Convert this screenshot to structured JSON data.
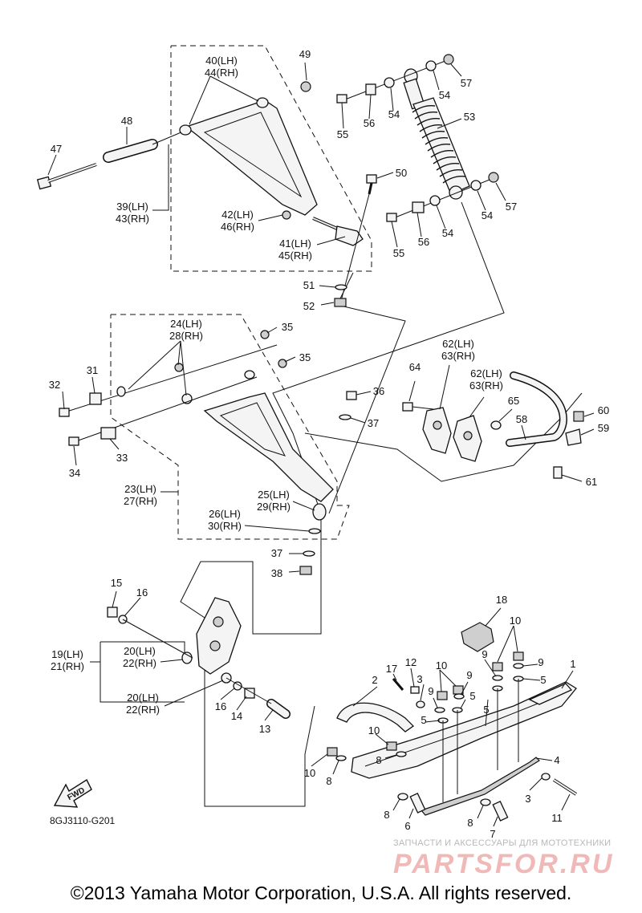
{
  "diagram_code": "8GJ3110-G201",
  "copyright": "©2013 Yamaha Motor Corporation, U.S.A. All rights reserved.",
  "watermark": {
    "subtitle": "ЗАПЧАСТИ И АКСЕССУАРЫ ДЛЯ МОТОТЕХНИКИ",
    "brand": "PARTSFOR.RU"
  },
  "fwd_label": "FWD",
  "callouts": [
    {
      "id": "c49",
      "lines": [
        "49"
      ]
    },
    {
      "id": "c40",
      "lines": [
        "40(LH)",
        "44(RH)"
      ]
    },
    {
      "id": "c48",
      "lines": [
        "48"
      ]
    },
    {
      "id": "c47",
      "lines": [
        "47"
      ]
    },
    {
      "id": "c39",
      "lines": [
        "39(LH)",
        "43(RH)"
      ]
    },
    {
      "id": "c42",
      "lines": [
        "42(LH)",
        "46(RH)"
      ]
    },
    {
      "id": "c41",
      "lines": [
        "41(LH)",
        "45(RH)"
      ]
    },
    {
      "id": "c50",
      "lines": [
        "50"
      ]
    },
    {
      "id": "c51",
      "lines": [
        "51"
      ]
    },
    {
      "id": "c52",
      "lines": [
        "52"
      ]
    },
    {
      "id": "c57a",
      "lines": [
        "57"
      ]
    },
    {
      "id": "c54a",
      "lines": [
        "54"
      ]
    },
    {
      "id": "c54b",
      "lines": [
        "54"
      ]
    },
    {
      "id": "c56a",
      "lines": [
        "56"
      ]
    },
    {
      "id": "c55a",
      "lines": [
        "55"
      ]
    },
    {
      "id": "c53",
      "lines": [
        "53"
      ]
    },
    {
      "id": "c57b",
      "lines": [
        "57"
      ]
    },
    {
      "id": "c54c",
      "lines": [
        "54"
      ]
    },
    {
      "id": "c54d",
      "lines": [
        "54"
      ]
    },
    {
      "id": "c56b",
      "lines": [
        "56"
      ]
    },
    {
      "id": "c55b",
      "lines": [
        "55"
      ]
    },
    {
      "id": "c24",
      "lines": [
        "24(LH)",
        "28(RH)"
      ]
    },
    {
      "id": "c35a",
      "lines": [
        "35"
      ]
    },
    {
      "id": "c35b",
      "lines": [
        "35"
      ]
    },
    {
      "id": "c31",
      "lines": [
        "31"
      ]
    },
    {
      "id": "c32",
      "lines": [
        "32"
      ]
    },
    {
      "id": "c33",
      "lines": [
        "33"
      ]
    },
    {
      "id": "c34",
      "lines": [
        "34"
      ]
    },
    {
      "id": "c36",
      "lines": [
        "36"
      ]
    },
    {
      "id": "c37a",
      "lines": [
        "37"
      ]
    },
    {
      "id": "c23",
      "lines": [
        "23(LH)",
        "27(RH)"
      ]
    },
    {
      "id": "c25",
      "lines": [
        "25(LH)",
        "29(RH)"
      ]
    },
    {
      "id": "c26",
      "lines": [
        "26(LH)",
        "30(RH)"
      ]
    },
    {
      "id": "c37b",
      "lines": [
        "37"
      ]
    },
    {
      "id": "c38",
      "lines": [
        "38"
      ]
    },
    {
      "id": "c64",
      "lines": [
        "64"
      ]
    },
    {
      "id": "c62a",
      "lines": [
        "62(LH)",
        "63(RH)"
      ]
    },
    {
      "id": "c62b",
      "lines": [
        "62(LH)",
        "63(RH)"
      ]
    },
    {
      "id": "c65",
      "lines": [
        "65"
      ]
    },
    {
      "id": "c58",
      "lines": [
        "58"
      ]
    },
    {
      "id": "c60",
      "lines": [
        "60"
      ]
    },
    {
      "id": "c59",
      "lines": [
        "59"
      ]
    },
    {
      "id": "c61",
      "lines": [
        "61"
      ]
    },
    {
      "id": "c15",
      "lines": [
        "15"
      ]
    },
    {
      "id": "c16a",
      "lines": [
        "16"
      ]
    },
    {
      "id": "c19",
      "lines": [
        "19(LH)",
        "21(RH)"
      ]
    },
    {
      "id": "c20a",
      "lines": [
        "20(LH)",
        "22(RH)"
      ]
    },
    {
      "id": "c20b",
      "lines": [
        "20(LH)",
        "22(RH)"
      ]
    },
    {
      "id": "c16b",
      "lines": [
        "16"
      ]
    },
    {
      "id": "c14",
      "lines": [
        "14"
      ]
    },
    {
      "id": "c13",
      "lines": [
        "13"
      ]
    },
    {
      "id": "c18",
      "lines": [
        "18"
      ]
    },
    {
      "id": "c10a",
      "lines": [
        "10"
      ]
    },
    {
      "id": "c9a",
      "lines": [
        "9"
      ]
    },
    {
      "id": "c9b",
      "lines": [
        "9"
      ]
    },
    {
      "id": "c1",
      "lines": [
        "1"
      ]
    },
    {
      "id": "c5a",
      "lines": [
        "5"
      ]
    },
    {
      "id": "c17",
      "lines": [
        "17"
      ]
    },
    {
      "id": "c12",
      "lines": [
        "12"
      ]
    },
    {
      "id": "c10b",
      "lines": [
        "10"
      ]
    },
    {
      "id": "c9c",
      "lines": [
        "9"
      ]
    },
    {
      "id": "c2",
      "lines": [
        "2"
      ]
    },
    {
      "id": "c3a",
      "lines": [
        "3"
      ]
    },
    {
      "id": "c9d",
      "lines": [
        "9"
      ]
    },
    {
      "id": "c5b",
      "lines": [
        "5"
      ]
    },
    {
      "id": "c5c",
      "lines": [
        "5"
      ]
    },
    {
      "id": "c5d",
      "lines": [
        "5"
      ]
    },
    {
      "id": "c10c",
      "lines": [
        "10"
      ]
    },
    {
      "id": "c8a",
      "lines": [
        "8"
      ]
    },
    {
      "id": "c10d",
      "lines": [
        "10"
      ]
    },
    {
      "id": "c8b",
      "lines": [
        "8"
      ]
    },
    {
      "id": "c4",
      "lines": [
        "4"
      ]
    },
    {
      "id": "c3b",
      "lines": [
        "3"
      ]
    },
    {
      "id": "c11",
      "lines": [
        "11"
      ]
    },
    {
      "id": "c8c",
      "lines": [
        "8"
      ]
    },
    {
      "id": "c6",
      "lines": [
        "6"
      ]
    },
    {
      "id": "c8d",
      "lines": [
        "8"
      ]
    },
    {
      "id": "c7",
      "lines": [
        "7"
      ]
    }
  ]
}
